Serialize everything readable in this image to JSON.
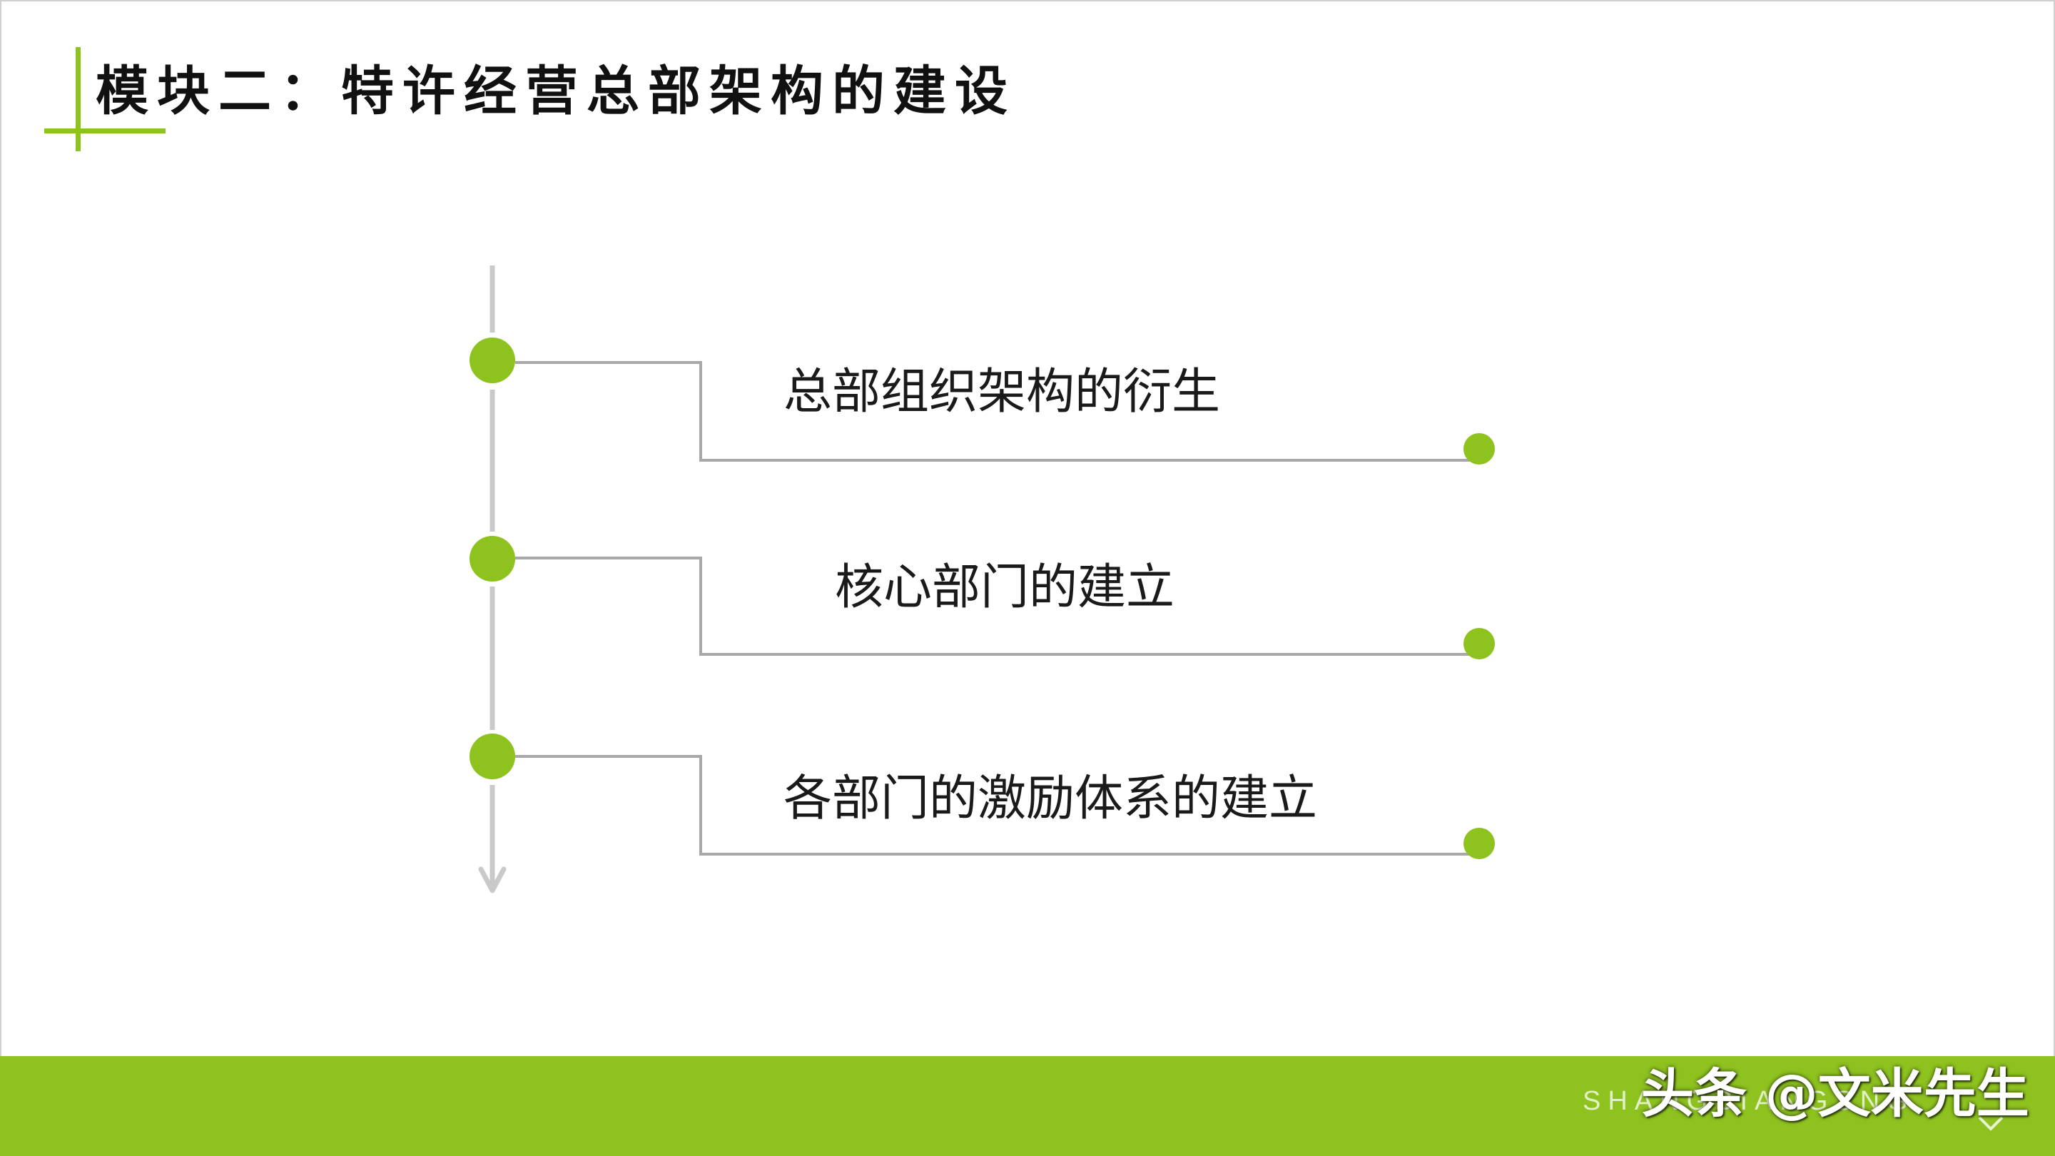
{
  "slide": {
    "title": "模块二：特许经营总部架构的建设",
    "accent_color": "#8dc21f",
    "line_color": "#a8a8a8"
  },
  "timeline": {
    "items": [
      {
        "label": "总部组织架构的衍生"
      },
      {
        "label": "核心部门的建立"
      },
      {
        "label": "各部门的激励体系的建立"
      }
    ]
  },
  "footer": {
    "letters": "SHANGBIANGSNG",
    "watermark": "头条 @文米先生"
  }
}
